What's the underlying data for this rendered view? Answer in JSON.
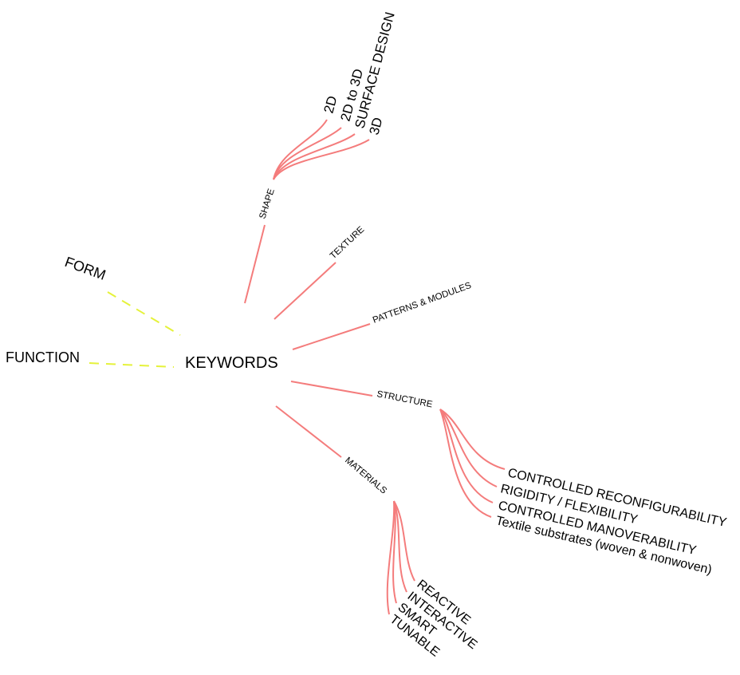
{
  "center": {
    "label": "KEYWORDS"
  },
  "side_nodes": [
    {
      "label": "FORM"
    },
    {
      "label": "FUNCTION"
    }
  ],
  "branches": [
    {
      "label": "SHAPE",
      "children": [
        "2D",
        "2D to 3D",
        "SURFACE DESIGN",
        "3D"
      ]
    },
    {
      "label": "TEXTURE",
      "children": []
    },
    {
      "label": "PATTERNS & MODULES",
      "children": []
    },
    {
      "label": "STRUCTURE",
      "children": [
        "CONTROLLED RECONFIGURABILITY",
        "RIGIDITY / FLEXIBILITY",
        "CONTROLLED MANOVERABILITY",
        "Textile substrates (woven & nonwoven)"
      ]
    },
    {
      "label": "MATERIALS",
      "children": [
        "REACTIVE",
        "INTERACTIVE",
        "SMART",
        "TUNABLE"
      ]
    }
  ],
  "colors": {
    "branch_line": "#f47c7c",
    "dashed_link": "#e5f23a",
    "text": "#000000",
    "background": "#ffffff"
  }
}
